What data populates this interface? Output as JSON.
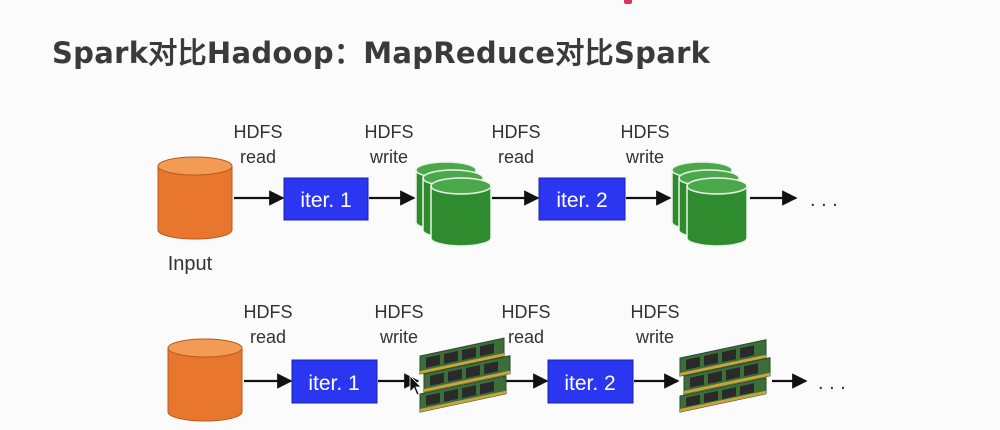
{
  "title": "Spark对比Hadoop：MapReduce对比Spark",
  "colors": {
    "disk_orange": "#e8762d",
    "disk_green": "#2e8b2e",
    "iter_blue": "#2b36f0",
    "ram_green": "#3d6e3a"
  },
  "mapreduce_row": {
    "input_label": "Input",
    "steps": [
      {
        "line1": "HDFS",
        "line2": "read"
      },
      {
        "line1": "HDFS",
        "line2": "write"
      },
      {
        "line1": "HDFS",
        "line2": "read"
      },
      {
        "line1": "HDFS",
        "line2": "write"
      }
    ],
    "iter1": "iter. 1",
    "iter2": "iter. 2",
    "ellipsis": ". . ."
  },
  "spark_row": {
    "steps": [
      {
        "line1": "HDFS",
        "line2": "read"
      },
      {
        "line1": "HDFS",
        "line2": "write"
      },
      {
        "line1": "HDFS",
        "line2": "read"
      },
      {
        "line1": "HDFS",
        "line2": "write"
      }
    ],
    "iter1": "iter. 1",
    "iter2": "iter. 2",
    "ellipsis": ". . ."
  }
}
